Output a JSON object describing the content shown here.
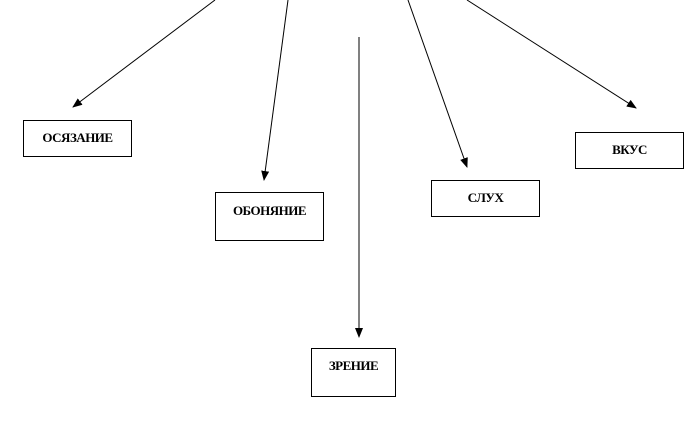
{
  "senses": {
    "touch": "ОСЯЗАНИЕ",
    "smell": "ОБОНЯНИЕ",
    "sight": "ЗРЕНИЕ",
    "hearing": "СЛУХ",
    "taste": "ВКУС"
  }
}
